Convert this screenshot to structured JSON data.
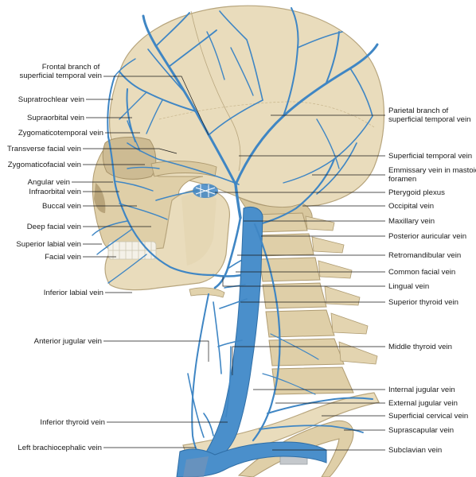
{
  "figure": {
    "labels_left": [
      {
        "id": "frontal-branch",
        "lines": [
          "Frontal branch of",
          "superficial temporal vein"
        ]
      },
      {
        "id": "supratrochlear",
        "lines": [
          "Supratrochlear vein"
        ]
      },
      {
        "id": "supraorbital",
        "lines": [
          "Supraorbital vein"
        ]
      },
      {
        "id": "zygomaticotemporal",
        "lines": [
          "Zygomaticotemporal vein"
        ]
      },
      {
        "id": "transverse-facial",
        "lines": [
          "Transverse facial vein"
        ]
      },
      {
        "id": "zygomaticofacial",
        "lines": [
          "Zygomaticofacial vein"
        ]
      },
      {
        "id": "angular",
        "lines": [
          "Angular vein"
        ]
      },
      {
        "id": "infraorbital",
        "lines": [
          "Infraorbital vein"
        ]
      },
      {
        "id": "buccal",
        "lines": [
          "Buccal vein"
        ]
      },
      {
        "id": "deep-facial",
        "lines": [
          "Deep facial vein"
        ]
      },
      {
        "id": "superior-labial",
        "lines": [
          "Superior labial vein"
        ]
      },
      {
        "id": "facial",
        "lines": [
          "Facial vein"
        ]
      },
      {
        "id": "inferior-labial",
        "lines": [
          "Inferior labial vein"
        ]
      },
      {
        "id": "anterior-jugular",
        "lines": [
          "Anterior jugular vein"
        ]
      },
      {
        "id": "inferior-thyroid",
        "lines": [
          "Inferior thyroid vein"
        ]
      },
      {
        "id": "left-brachiocephalic",
        "lines": [
          "Left brachiocephalic vein"
        ]
      }
    ],
    "labels_right": [
      {
        "id": "parietal-branch",
        "lines": [
          "Parietal branch of",
          "superficial temporal vein"
        ]
      },
      {
        "id": "superficial-temporal",
        "lines": [
          "Superficial temporal vein"
        ]
      },
      {
        "id": "emissary-mastoid",
        "lines": [
          "Emmissary vein in mastoid",
          "foramen"
        ]
      },
      {
        "id": "pterygoid-plexus",
        "lines": [
          "Pterygoid plexus"
        ]
      },
      {
        "id": "occipital",
        "lines": [
          "Occipital vein"
        ]
      },
      {
        "id": "maxillary",
        "lines": [
          "Maxillary vein"
        ]
      },
      {
        "id": "posterior-auricular",
        "lines": [
          "Posterior auricular vein"
        ]
      },
      {
        "id": "retromandibular",
        "lines": [
          "Retromandibular vein"
        ]
      },
      {
        "id": "common-facial",
        "lines": [
          "Common facial vein"
        ]
      },
      {
        "id": "lingual",
        "lines": [
          "Lingual vein"
        ]
      },
      {
        "id": "superior-thyroid",
        "lines": [
          "Superior thyroid vein"
        ]
      },
      {
        "id": "middle-thyroid",
        "lines": [
          "Middle thyroid vein"
        ]
      },
      {
        "id": "internal-jugular",
        "lines": [
          "Internal jugular vein"
        ]
      },
      {
        "id": "external-jugular",
        "lines": [
          "External jugular vein"
        ]
      },
      {
        "id": "superficial-cervical",
        "lines": [
          "Superficial cervical vein"
        ]
      },
      {
        "id": "suprascapular",
        "lines": [
          "Suprascapular vein"
        ]
      },
      {
        "id": "subclavian",
        "lines": [
          "Subclavian vein"
        ]
      }
    ],
    "colors": {
      "vein": "#3f86c4",
      "bone": "#e9dcbc",
      "bone_edge": "#b7a57d",
      "text": "#1a1a1a"
    }
  }
}
